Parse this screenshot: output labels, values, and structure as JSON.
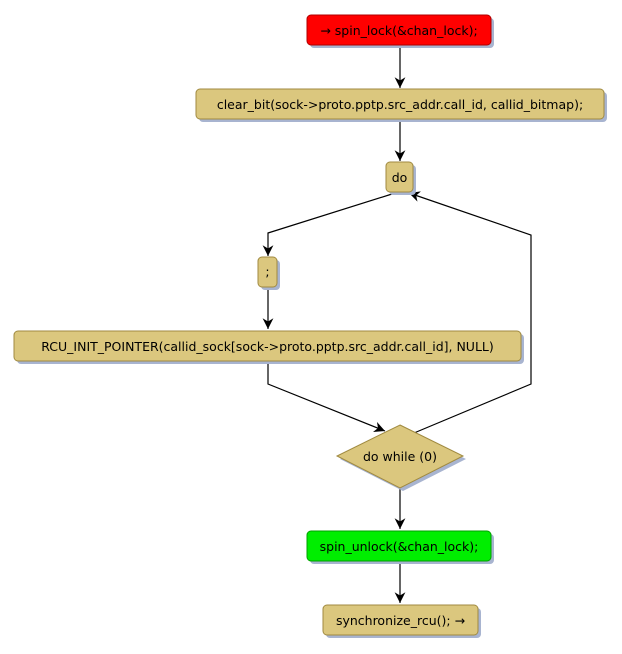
{
  "diagram": {
    "type": "flowchart",
    "colors": {
      "default_fill": "#DBC77E",
      "default_border": "#A08A40",
      "start_fill": "#FF0000",
      "start_border": "#B00000",
      "unlock_fill": "#00EE00",
      "unlock_border": "#00A000",
      "shadow": "#A8B4D0",
      "edge": "#000000"
    },
    "nodes": [
      {
        "id": "spin_lock",
        "shape": "rect",
        "label": "→ spin_lock(&chan_lock);",
        "role": "start"
      },
      {
        "id": "clear_bit",
        "shape": "rect",
        "label": "clear_bit(sock->proto.pptp.src_addr.call_id, callid_bitmap);"
      },
      {
        "id": "do",
        "shape": "rect",
        "label": "do"
      },
      {
        "id": "empty_stmt",
        "shape": "rect",
        "label": ";"
      },
      {
        "id": "rcu_init",
        "shape": "rect",
        "label": "RCU_INIT_POINTER(callid_sock[sock->proto.pptp.src_addr.call_id], NULL)"
      },
      {
        "id": "do_while",
        "shape": "diamond",
        "label": "do while (0)"
      },
      {
        "id": "spin_unlock",
        "shape": "rect",
        "label": "spin_unlock(&chan_lock);",
        "role": "unlock"
      },
      {
        "id": "sync_rcu",
        "shape": "rect",
        "label": "synchronize_rcu(); →",
        "role": "end"
      }
    ],
    "edges": [
      {
        "from": "spin_lock",
        "to": "clear_bit"
      },
      {
        "from": "clear_bit",
        "to": "do"
      },
      {
        "from": "do",
        "to": "empty_stmt"
      },
      {
        "from": "empty_stmt",
        "to": "rcu_init"
      },
      {
        "from": "rcu_init",
        "to": "do_while"
      },
      {
        "from": "do_while",
        "to": "do",
        "kind": "loop-back"
      },
      {
        "from": "do_while",
        "to": "spin_unlock"
      },
      {
        "from": "spin_unlock",
        "to": "sync_rcu"
      }
    ]
  }
}
